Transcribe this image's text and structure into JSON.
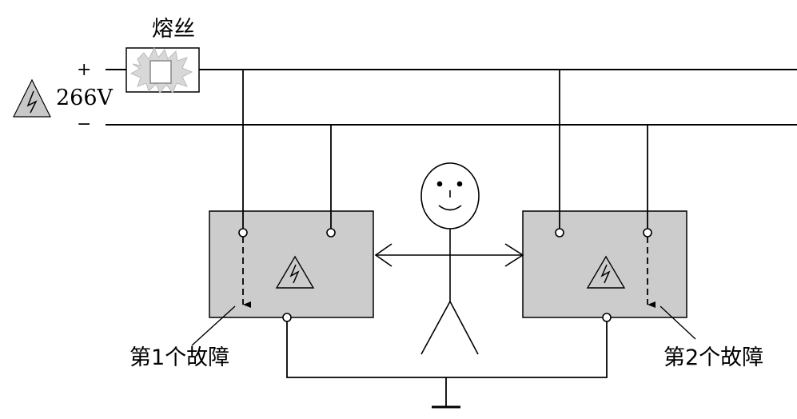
{
  "fuse": {
    "label": "熔丝"
  },
  "supply": {
    "plus": "+",
    "minus": "−",
    "voltage": "266V"
  },
  "faults": {
    "first": "第1个故障",
    "second": "第2个故障"
  },
  "colors": {
    "box_fill": "#cccccc",
    "warning_fill": "#c8c8c8",
    "line": "#000000"
  }
}
